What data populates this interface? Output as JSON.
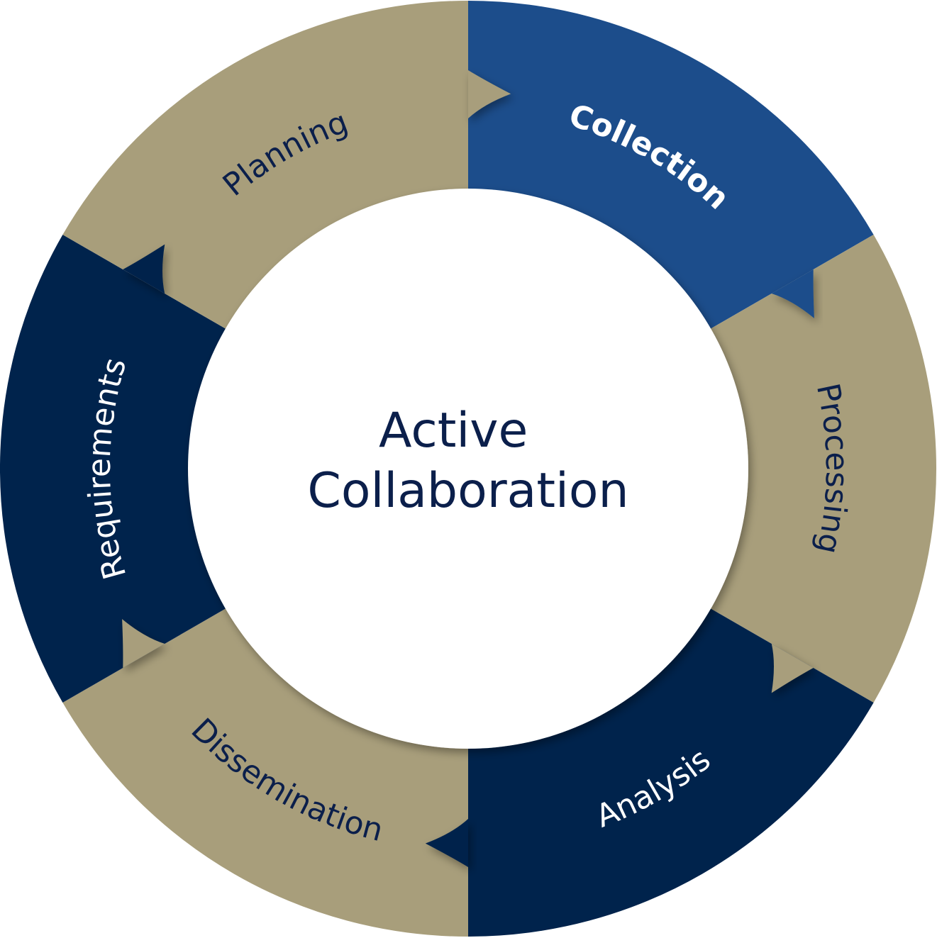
{
  "title": [
    "Active",
    "Collaboration"
  ],
  "colors": {
    "tan": "#A89E7B",
    "blue": "#1C4D8B",
    "navy": "#00234C",
    "center_text": "#0B1F4B"
  },
  "stages": [
    {
      "label": "Collection",
      "color": "#1C4D8B",
      "text_color": "#FFFFFF",
      "bold": true
    },
    {
      "label": "Processing",
      "color": "#A89E7B",
      "text_color": "#0B1F4B",
      "bold": false
    },
    {
      "label": "Analysis",
      "color": "#00234C",
      "text_color": "#FFFFFF",
      "bold": false
    },
    {
      "label": "Dissemination",
      "color": "#A89E7B",
      "text_color": "#0B1F4B",
      "bold": false
    },
    {
      "label": "Requirements",
      "color": "#00234C",
      "text_color": "#FFFFFF",
      "bold": false
    },
    {
      "label": "Planning",
      "color": "#A89E7B",
      "text_color": "#0B1F4B",
      "bold": false
    }
  ]
}
